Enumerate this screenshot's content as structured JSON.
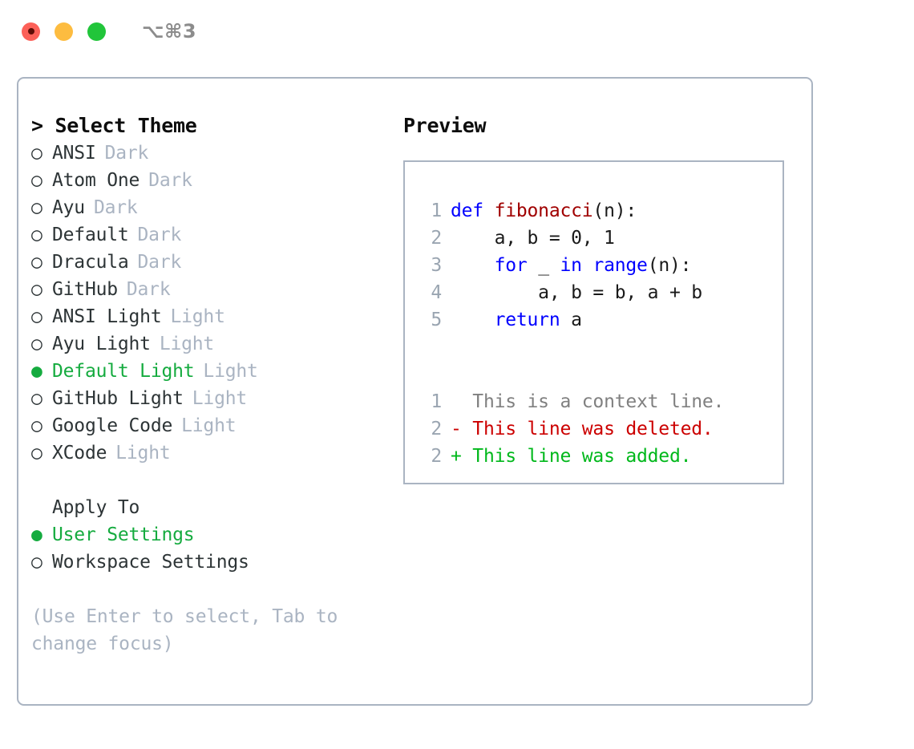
{
  "window": {
    "title": "⌥⌘3",
    "traffic_lights": [
      {
        "name": "close",
        "color": "#fc6058",
        "recording_dot": true
      },
      {
        "name": "minimize",
        "color": "#fdbc40",
        "recording_dot": false
      },
      {
        "name": "maximize",
        "color": "#21c53a",
        "recording_dot": false
      }
    ]
  },
  "theme_picker": {
    "header": "> Select Theme",
    "selected_marker": "●",
    "unselected_marker": "○",
    "items": [
      {
        "marker": "○",
        "label": "ANSI",
        "tag": "Dark",
        "selected": false
      },
      {
        "marker": "○",
        "label": "Atom One",
        "tag": "Dark",
        "selected": false
      },
      {
        "marker": "○",
        "label": "Ayu",
        "tag": "Dark",
        "selected": false
      },
      {
        "marker": "○",
        "label": "Default",
        "tag": "Dark",
        "selected": false
      },
      {
        "marker": "○",
        "label": "Dracula",
        "tag": "Dark",
        "selected": false
      },
      {
        "marker": "○",
        "label": "GitHub",
        "tag": "Dark",
        "selected": false
      },
      {
        "marker": "○",
        "label": "ANSI Light",
        "tag": "Light",
        "selected": false
      },
      {
        "marker": "○",
        "label": "Ayu Light",
        "tag": "Light",
        "selected": false
      },
      {
        "marker": "●",
        "label": "Default Light",
        "tag": "Light",
        "selected": true
      },
      {
        "marker": "○",
        "label": "GitHub Light",
        "tag": "Light",
        "selected": false
      },
      {
        "marker": "○",
        "label": "Google Code",
        "tag": "Light",
        "selected": false
      },
      {
        "marker": "○",
        "label": "XCode",
        "tag": "Light",
        "selected": false
      }
    ]
  },
  "apply_to": {
    "title": "Apply To",
    "items": [
      {
        "marker": "●",
        "label": "User Settings",
        "selected": true
      },
      {
        "marker": "○",
        "label": "Workspace Settings",
        "selected": false
      }
    ]
  },
  "hint": "(Use Enter to select, Tab to change focus)",
  "preview": {
    "title": "Preview",
    "code_lines": [
      {
        "no": "1",
        "tokens": [
          {
            "t": "def ",
            "c": "kw"
          },
          {
            "t": "fibonacci",
            "c": "fn"
          },
          {
            "t": "(n):",
            "c": "pl"
          }
        ]
      },
      {
        "no": "2",
        "tokens": [
          {
            "t": "    a, b = 0, 1",
            "c": "pl"
          }
        ]
      },
      {
        "no": "3",
        "tokens": [
          {
            "t": "    ",
            "c": "pl"
          },
          {
            "t": "for",
            "c": "kw"
          },
          {
            "t": " _ ",
            "c": "pl"
          },
          {
            "t": "in",
            "c": "kw"
          },
          {
            "t": " ",
            "c": "pl"
          },
          {
            "t": "range",
            "c": "kw"
          },
          {
            "t": "(n):",
            "c": "pl"
          }
        ]
      },
      {
        "no": "4",
        "tokens": [
          {
            "t": "        a, b = b, a + b",
            "c": "pl"
          }
        ]
      },
      {
        "no": "5",
        "tokens": [
          {
            "t": "    ",
            "c": "pl"
          },
          {
            "t": "return",
            "c": "kw"
          },
          {
            "t": " a",
            "c": "pl"
          }
        ]
      }
    ],
    "diff_lines": [
      {
        "no": "1",
        "prefix": "  ",
        "text": "This is a context line.",
        "kind": "ctx"
      },
      {
        "no": "2",
        "prefix": "- ",
        "text": "This line was deleted.",
        "kind": "del"
      },
      {
        "no": "2",
        "prefix": "+ ",
        "text": "This line was added.",
        "kind": "add"
      }
    ]
  },
  "colors": {
    "selected_green": "#15ab3f",
    "tag_gray": "#aab4c2",
    "keyword_blue": "#0000ff",
    "function_red": "#a00000",
    "diff_add_green": "#00b81b",
    "diff_del_red": "#cc0000",
    "border": "#aab4c2"
  }
}
